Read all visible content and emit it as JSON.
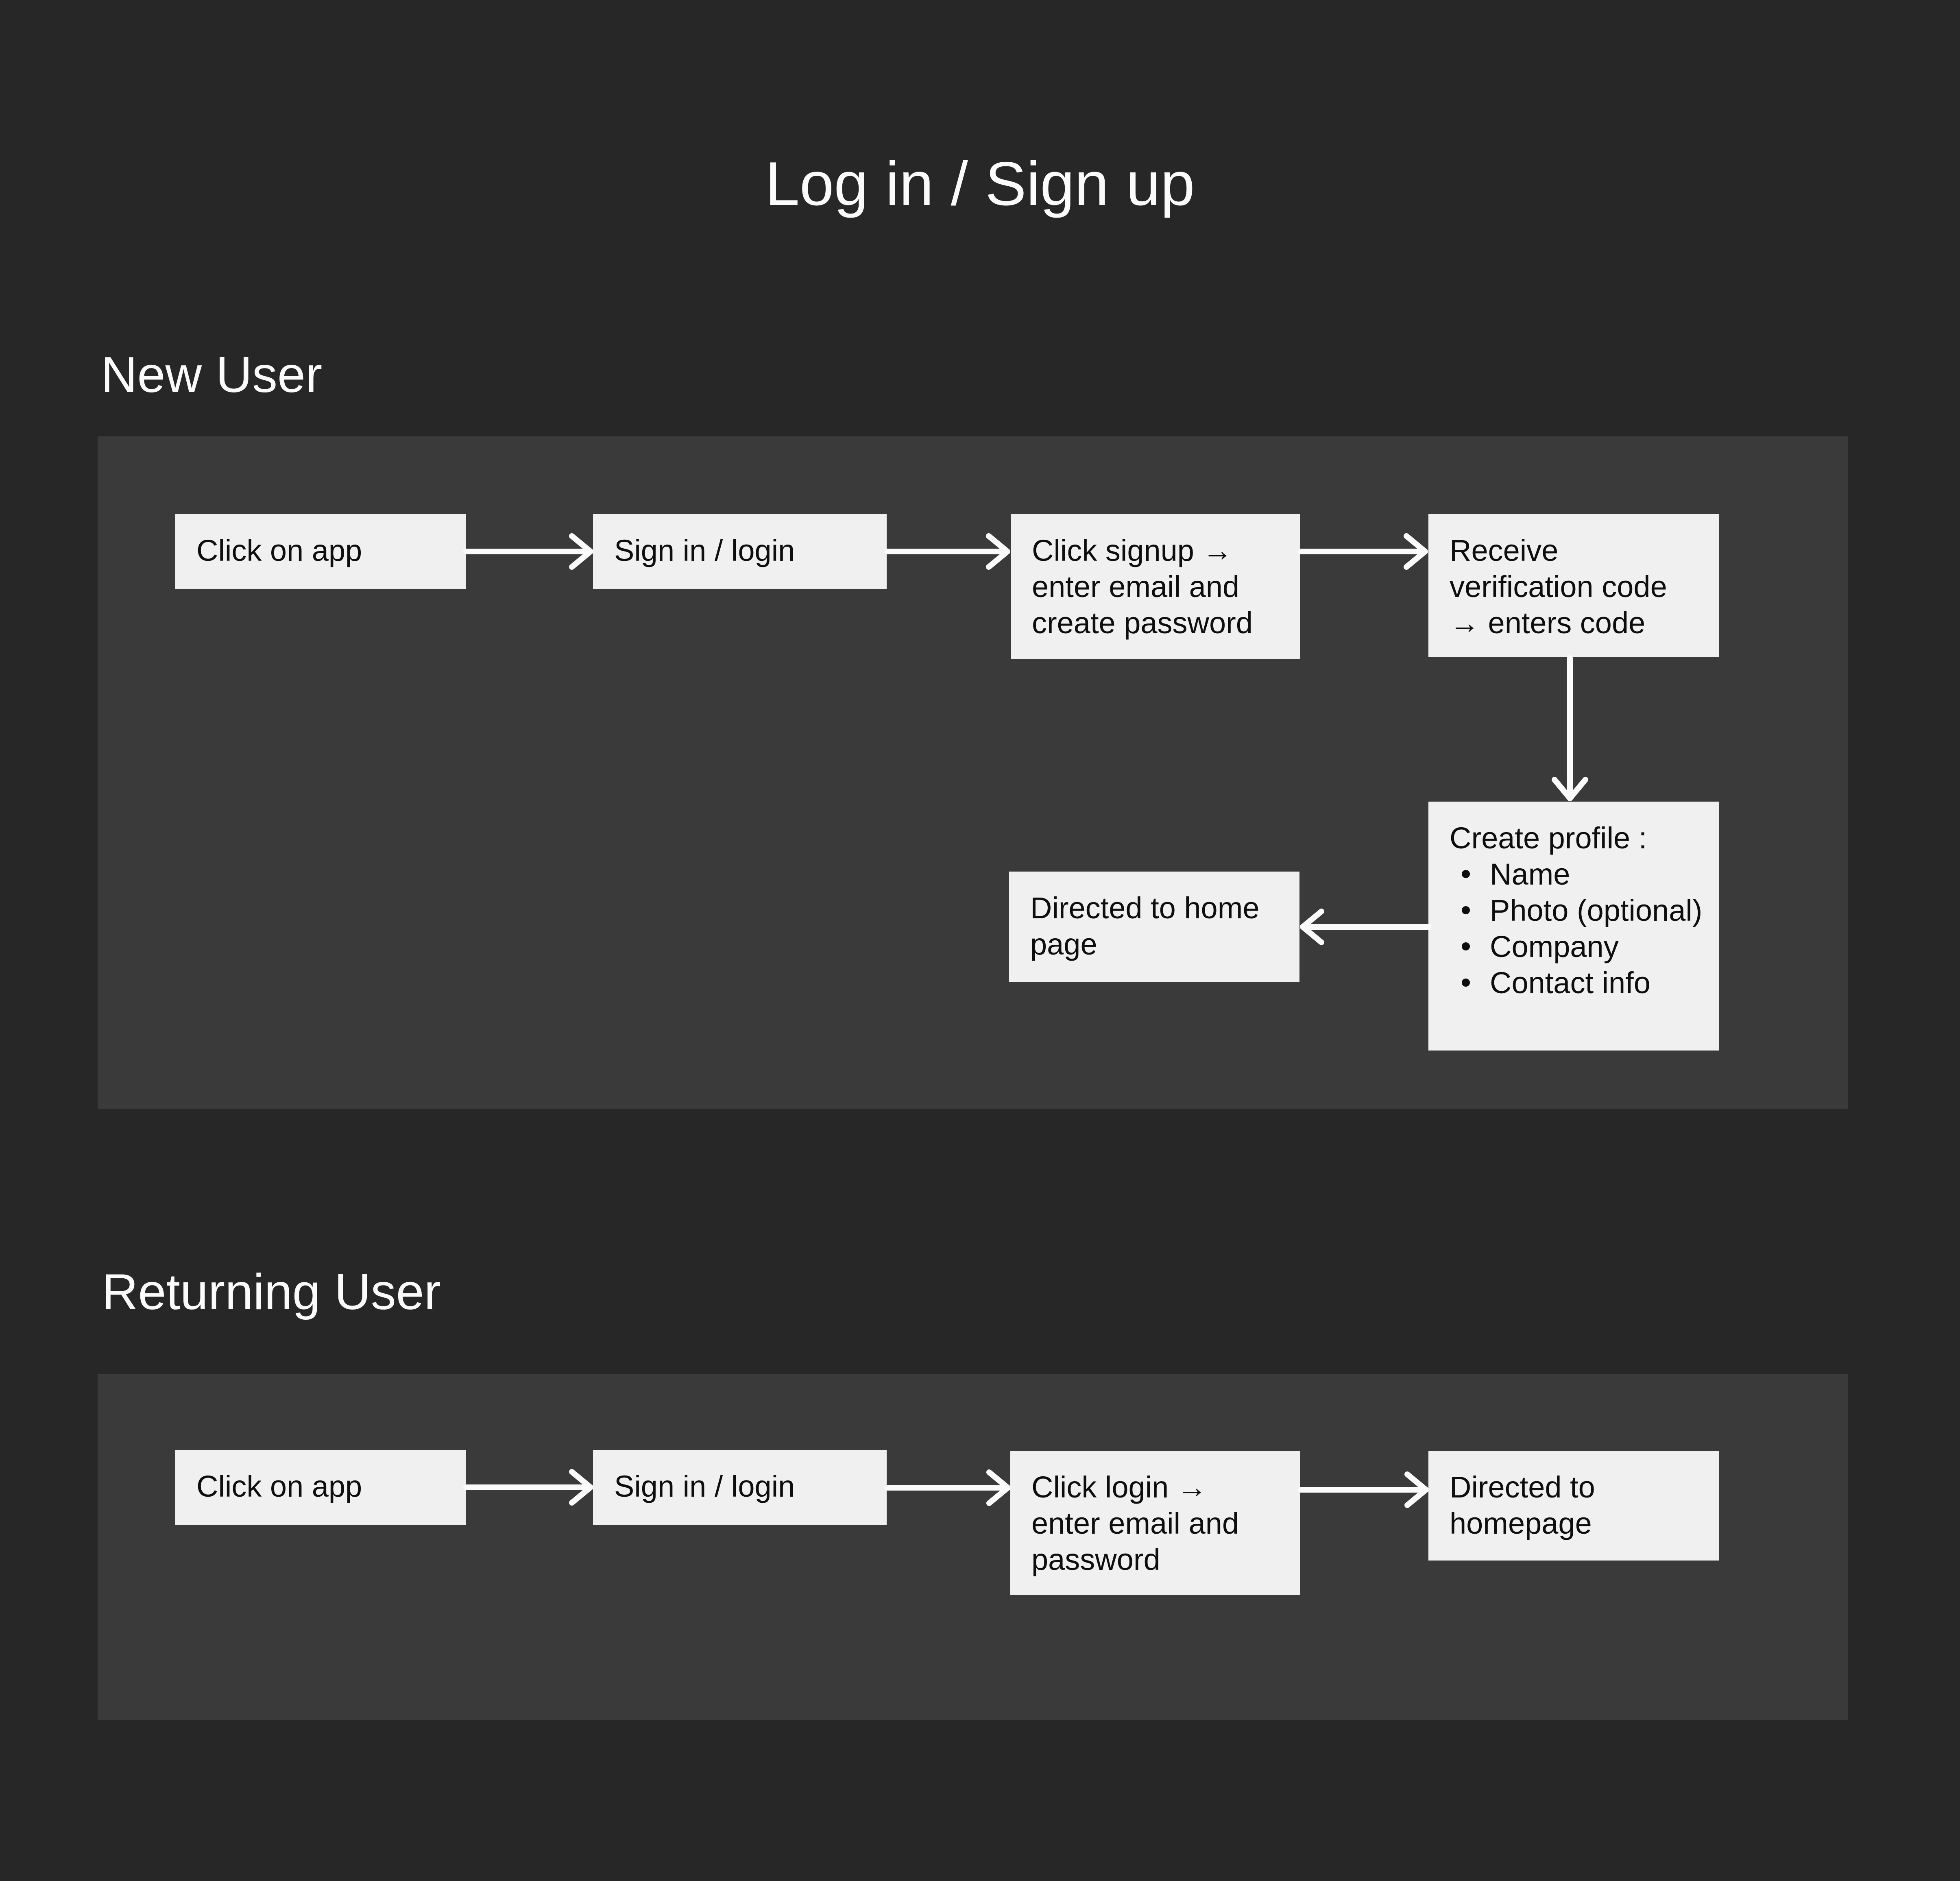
{
  "page": {
    "title": "Log in / Sign up"
  },
  "colors": {
    "background": "#272727",
    "panel": "#3a3a3a",
    "box_fill": "#f0f0f0",
    "box_text": "#0e0e0e",
    "light_text": "#fbfbfb",
    "arrow": "#fbfbfb"
  },
  "new_user": {
    "heading": "New User",
    "boxes": {
      "click_app": {
        "label": "Click on app"
      },
      "sign_in": {
        "label": "Sign in / login"
      },
      "signup": {
        "lines": [
          "Click signup →",
          "enter email and",
          "create password"
        ]
      },
      "verify": {
        "lines": [
          "Receive",
          "verification code",
          "→ enters code"
        ]
      },
      "profile": {
        "title": "Create profile :",
        "bullets": [
          "Name",
          "Photo (optional)",
          "Company",
          "Contact info"
        ]
      },
      "home": {
        "lines": [
          "Directed to home",
          "page"
        ]
      }
    }
  },
  "returning_user": {
    "heading": "Returning User",
    "boxes": {
      "click_app": {
        "label": "Click on app"
      },
      "sign_in": {
        "label": "Sign in / login"
      },
      "login": {
        "lines": [
          "Click login →",
          "enter email and",
          "password"
        ]
      },
      "home": {
        "lines": [
          "Directed to",
          "homepage"
        ]
      }
    }
  }
}
